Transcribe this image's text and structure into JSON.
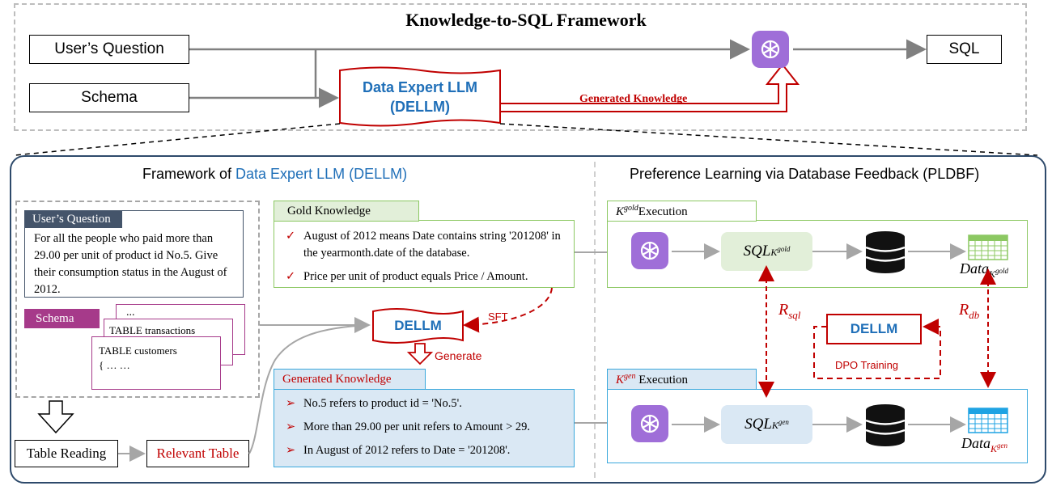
{
  "top": {
    "title": "Knowledge-to-SQL Framework",
    "users_question": "User’s Question",
    "schema": "Schema",
    "dellm_line1": "Data Expert LLM",
    "dellm_line2": "(DELLM)",
    "generated_knowledge": "Generated Knowledge",
    "sql": "SQL"
  },
  "left_panel": {
    "title_prefix": "Framework of ",
    "title_highlight": "Data Expert LLM (DELLM)",
    "question_tab": "User’s Question",
    "question_text": "For all the people who paid more than 29.00 per unit of product id No.5. Give their consumption status in the August of 2012.",
    "schema_tab": "Schema",
    "schema_card3": "...",
    "schema_card2": "TABLE transactions",
    "schema_card1_line1": "TABLE customers",
    "schema_card1_line2": "{ … …",
    "table_reading": "Table Reading",
    "relevant_table": "Relevant Table",
    "gold_tab": "Gold Knowledge",
    "gold_items": [
      "August of 2012 means Date contains string '201208' in the yearmonth.date of the database.",
      "Price per unit of product equals Price / Amount."
    ],
    "gold_marker": "✓",
    "dellm": "DELLM",
    "sft": "SFT",
    "generate": "Generate",
    "gen_tab": "Generated Knowledge",
    "gen_items": [
      "No.5 refers to product id = 'No.5'.",
      "More than 29.00 per unit refers to Amount > 29.",
      "In August of 2012 refers to Date = '201208'."
    ],
    "gen_marker": "➢"
  },
  "right_panel": {
    "title": "Preference Learning via Database Feedback (PLDBF)",
    "gold_exec_k": "K",
    "gold_exec_sup": "gold",
    "gold_exec_rest": "Execution",
    "gen_exec_k": "K",
    "gen_exec_sup": "gen",
    "gen_exec_rest": " Execution",
    "sql_gold_main": "SQL",
    "sql_gold_sub": "K",
    "sql_gold_subsup": "gold",
    "sql_gen_main": "SQL",
    "sql_gen_sub": "K",
    "sql_gen_subsup": "gen",
    "data_gold_main": "Data",
    "data_gold_sub": "K",
    "data_gold_subsup": "gold",
    "data_gen_main": "Data",
    "data_gen_sub": "K",
    "data_gen_subsup": "gen",
    "r_sql_main": "R",
    "r_sql_sub": "sql",
    "r_db_main": "R",
    "r_db_sub": "db",
    "dellm": "DELLM",
    "dpo": "DPO Training"
  },
  "colors": {
    "dellm_blue": "#1f6fb8",
    "red": "#c00000",
    "green_border": "#8cc862",
    "green_fill": "#e2efd9",
    "blue_border": "#3aa8dc",
    "blue_fill": "#dae8f4",
    "question_tab": "#44546a",
    "schema_tab": "#a63a8a",
    "openai_icon": "#9f6ed8"
  },
  "icons": [
    "openai-logo-icon",
    "database-icon",
    "table-icon"
  ]
}
